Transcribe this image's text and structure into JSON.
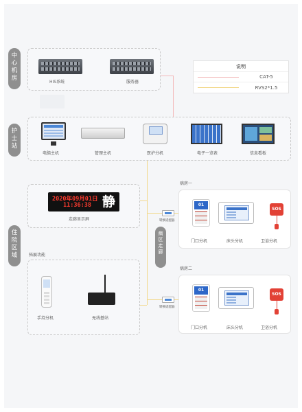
{
  "zones": {
    "central": [
      "中",
      "心",
      "机",
      "房"
    ],
    "nurse": [
      "护",
      "士",
      "站"
    ],
    "ward": [
      "住",
      "院",
      "区",
      "域"
    ],
    "corridor": [
      "病",
      "区",
      "走",
      "廊"
    ]
  },
  "legend": {
    "title": "说明",
    "rows": [
      {
        "label": "CAT-5",
        "color": "#f3b9b9"
      },
      {
        "label": "RVS2*1.5",
        "color": "#f2d88a"
      }
    ]
  },
  "central": {
    "his": "HIS系统",
    "server": "服务器"
  },
  "nurse": {
    "pc": "电脑主机",
    "mgr": "管理主机",
    "ext": "医护分机",
    "list": "电子一览表",
    "board": "信息看板"
  },
  "led": {
    "line1": "2020年09月01日",
    "line2": "11:36:38",
    "big": "静",
    "caption": "走廊显示屏"
  },
  "expand": {
    "title": "拓展功能",
    "handheld": "手持分机",
    "base": "无线基站"
  },
  "rooms": [
    {
      "title": "病房一",
      "door_no": "01",
      "door": "门口分机",
      "bed": "床头分机",
      "wc": "卫浴分机",
      "sos": "SOS",
      "adapter": "转换适配器"
    },
    {
      "title": "病房二",
      "door_no": "01",
      "door": "门口分机",
      "bed": "床头分机",
      "wc": "卫浴分机",
      "sos": "SOS",
      "adapter": "转换适配器"
    }
  ]
}
